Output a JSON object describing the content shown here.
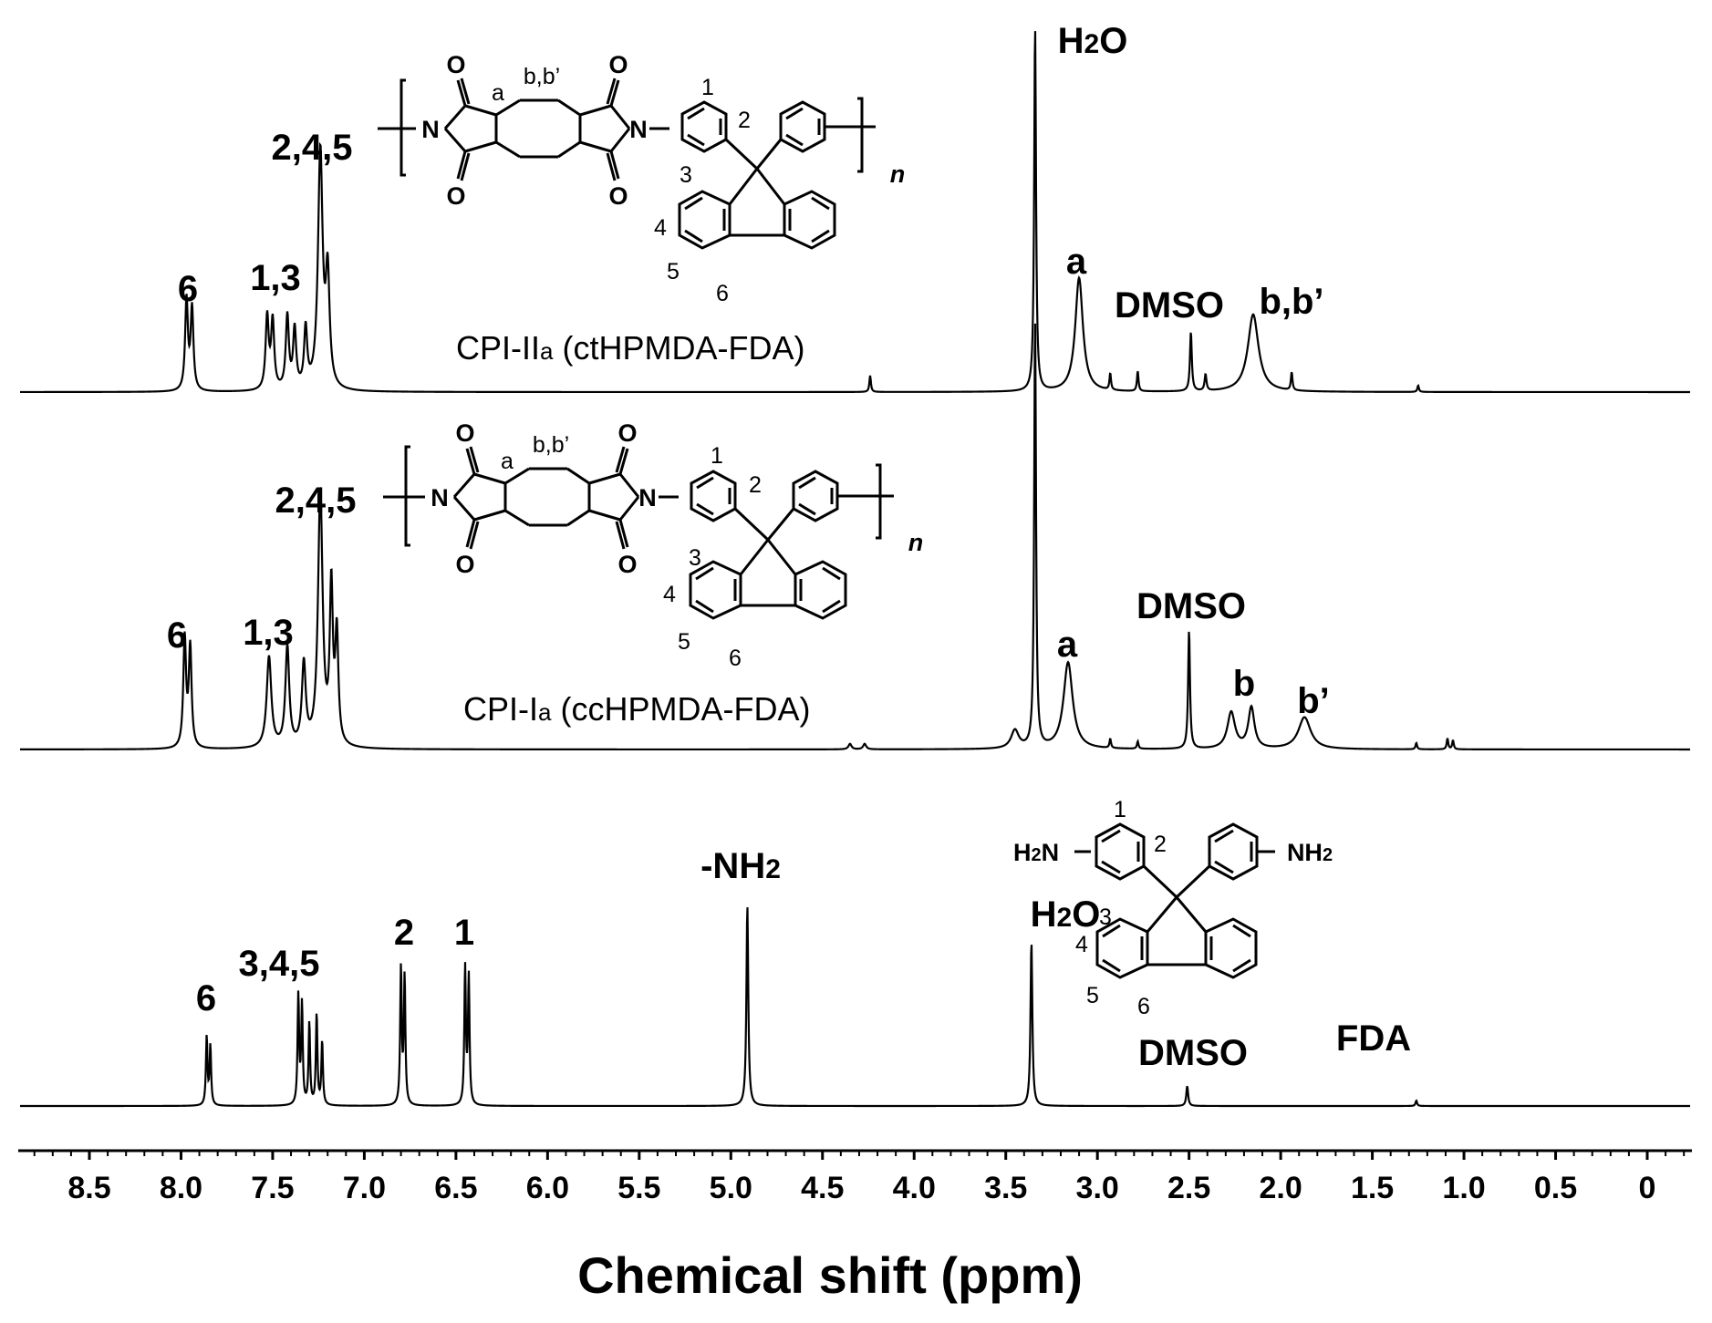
{
  "chart_data": {
    "type": "line",
    "xlabel": "Chemical shift (ppm)",
    "xlim": [
      8.85,
      -0.25
    ],
    "x_reversed": true,
    "x_ticks": [
      "8.5",
      "8.0",
      "7.5",
      "7.0",
      "6.5",
      "6.0",
      "5.5",
      "5.0",
      "4.5",
      "4.0",
      "3.5",
      "3.0",
      "2.5",
      "2.0",
      "1.5",
      "1.0",
      "0.5",
      "0"
    ],
    "grid": false,
    "series": [
      {
        "name": "CPI-IIa (ctHPMDA-FDA)",
        "peaks": [
          {
            "ppm": 7.97,
            "height": 0.1,
            "width": 0.018
          },
          {
            "ppm": 7.94,
            "height": 0.09,
            "width": 0.018
          },
          {
            "ppm": 7.53,
            "height": 0.08,
            "width": 0.02
          },
          {
            "ppm": 7.5,
            "height": 0.075,
            "width": 0.02
          },
          {
            "ppm": 7.42,
            "height": 0.08,
            "width": 0.02
          },
          {
            "ppm": 7.38,
            "height": 0.065,
            "width": 0.02
          },
          {
            "ppm": 7.32,
            "height": 0.065,
            "width": 0.02
          },
          {
            "ppm": 7.24,
            "height": 0.26,
            "width": 0.03
          },
          {
            "ppm": 7.2,
            "height": 0.12,
            "width": 0.025
          },
          {
            "ppm": 4.24,
            "height": 0.018,
            "width": 0.01
          },
          {
            "ppm": 3.34,
            "height": 0.4,
            "width": 0.012
          },
          {
            "ppm": 3.1,
            "height": 0.125,
            "width": 0.05
          },
          {
            "ppm": 2.93,
            "height": 0.018,
            "width": 0.01
          },
          {
            "ppm": 2.78,
            "height": 0.022,
            "width": 0.01
          },
          {
            "ppm": 2.49,
            "height": 0.065,
            "width": 0.012
          },
          {
            "ppm": 2.41,
            "height": 0.018,
            "width": 0.012
          },
          {
            "ppm": 2.15,
            "height": 0.085,
            "width": 0.07
          },
          {
            "ppm": 1.94,
            "height": 0.02,
            "width": 0.01
          },
          {
            "ppm": 1.25,
            "height": 0.007,
            "width": 0.01
          }
        ],
        "labels": [
          "6",
          "1,3",
          "2,4,5",
          "H2O",
          "a",
          "DMSO",
          "b,b’"
        ]
      },
      {
        "name": "CPI-Ia (ccHPMDA-FDA)",
        "peaks": [
          {
            "ppm": 7.98,
            "height": 0.12,
            "width": 0.018
          },
          {
            "ppm": 7.95,
            "height": 0.11,
            "width": 0.018
          },
          {
            "ppm": 7.52,
            "height": 0.1,
            "width": 0.03
          },
          {
            "ppm": 7.42,
            "height": 0.11,
            "width": 0.025
          },
          {
            "ppm": 7.33,
            "height": 0.09,
            "width": 0.025
          },
          {
            "ppm": 7.24,
            "height": 0.28,
            "width": 0.03
          },
          {
            "ppm": 7.18,
            "height": 0.17,
            "width": 0.02
          },
          {
            "ppm": 7.15,
            "height": 0.12,
            "width": 0.02
          },
          {
            "ppm": 4.35,
            "height": 0.006,
            "width": 0.02
          },
          {
            "ppm": 4.27,
            "height": 0.006,
            "width": 0.02
          },
          {
            "ppm": 3.45,
            "height": 0.02,
            "width": 0.05
          },
          {
            "ppm": 3.34,
            "height": 0.47,
            "width": 0.012
          },
          {
            "ppm": 3.16,
            "height": 0.095,
            "width": 0.06
          },
          {
            "ppm": 2.93,
            "height": 0.01,
            "width": 0.01
          },
          {
            "ppm": 2.78,
            "height": 0.008,
            "width": 0.01
          },
          {
            "ppm": 2.5,
            "height": 0.13,
            "width": 0.012
          },
          {
            "ppm": 2.27,
            "height": 0.04,
            "width": 0.05
          },
          {
            "ppm": 2.16,
            "height": 0.045,
            "width": 0.04
          },
          {
            "ppm": 1.87,
            "height": 0.035,
            "width": 0.08
          },
          {
            "ppm": 1.26,
            "height": 0.007,
            "width": 0.01
          },
          {
            "ppm": 1.09,
            "height": 0.012,
            "width": 0.01
          },
          {
            "ppm": 1.06,
            "height": 0.01,
            "width": 0.01
          }
        ],
        "labels": [
          "6",
          "1,3",
          "2,4,5",
          "a",
          "DMSO",
          "b",
          "b’"
        ]
      },
      {
        "name": "FDA",
        "peaks": [
          {
            "ppm": 7.86,
            "height": 0.075,
            "width": 0.01
          },
          {
            "ppm": 7.84,
            "height": 0.065,
            "width": 0.01
          },
          {
            "ppm": 7.36,
            "height": 0.12,
            "width": 0.01
          },
          {
            "ppm": 7.34,
            "height": 0.11,
            "width": 0.01
          },
          {
            "ppm": 7.3,
            "height": 0.09,
            "width": 0.01
          },
          {
            "ppm": 7.26,
            "height": 0.1,
            "width": 0.01
          },
          {
            "ppm": 7.23,
            "height": 0.07,
            "width": 0.01
          },
          {
            "ppm": 6.8,
            "height": 0.15,
            "width": 0.01
          },
          {
            "ppm": 6.78,
            "height": 0.14,
            "width": 0.01
          },
          {
            "ppm": 6.45,
            "height": 0.15,
            "width": 0.01
          },
          {
            "ppm": 6.43,
            "height": 0.14,
            "width": 0.01
          },
          {
            "ppm": 4.91,
            "height": 0.22,
            "width": 0.012
          },
          {
            "ppm": 3.36,
            "height": 0.18,
            "width": 0.012
          },
          {
            "ppm": 2.51,
            "height": 0.022,
            "width": 0.012
          },
          {
            "ppm": 1.26,
            "height": 0.006,
            "width": 0.01
          }
        ],
        "labels": [
          "6",
          "3,4,5",
          "2",
          "1",
          "-NH2",
          "H2O",
          "DMSO",
          "FDA"
        ]
      }
    ]
  },
  "structures": {
    "atom_n": "N",
    "atom_o": "O",
    "atom_nh2": "NH",
    "atom_nh2_sub": "2",
    "atom_h2n_sub": "2",
    "atom_h2n": "N",
    "atom_h": "H",
    "repeat_n": "n",
    "pos_a": "a",
    "pos_bb": "b,b’",
    "pos_1": "1",
    "pos_2": "2",
    "pos_3": "3",
    "pos_4": "4",
    "pos_5": "5",
    "pos_6": "6"
  },
  "labels": {
    "h2o_main": "H",
    "h2o_sub": "2",
    "h2o_o": "O",
    "nh2_prefix": "-NH",
    "nh2_sub": "2",
    "cpi2_prefix": "CPI-II",
    "cpi2_sub": "a",
    "cpi2_suffix": " (ctHPMDA-FDA)",
    "cpi1_prefix": "CPI-I",
    "cpi1_sub": "a",
    "cpi1_suffix": " (ccHPMDA-FDA)"
  }
}
